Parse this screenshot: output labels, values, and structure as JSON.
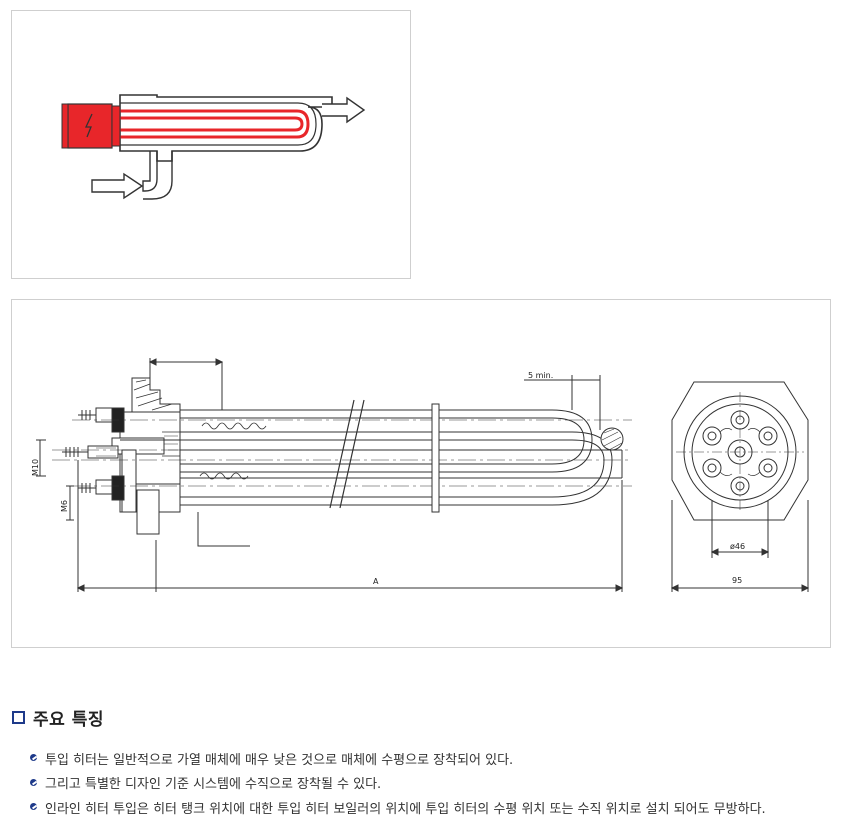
{
  "diagram": {
    "dim_5min": "5 min.",
    "dim_a": "A",
    "dim_m6": "M6",
    "dim_m10": "M10",
    "dim_phi46": "ø46",
    "dim_95": "95"
  },
  "features_section": {
    "title": "주요 특징",
    "items": [
      "투입 히터는 일반적으로 가열 매체에 매우 낮은 것으로 매체에 수평으로 장착되어 있다.",
      "그리고 특별한 디자인 기준 시스템에 수직으로 장착될 수 있다.",
      "인라인 히터 투입은 히터 탱크 위치에 대한 투입 히터 보일러의 위치에 투입 히터의 수평 위치 또는 수직 위치로 설치 되어도 무방하다."
    ]
  },
  "colors": {
    "heater_red": "#e8262a",
    "bullet_navy": "#1e3a8a"
  }
}
